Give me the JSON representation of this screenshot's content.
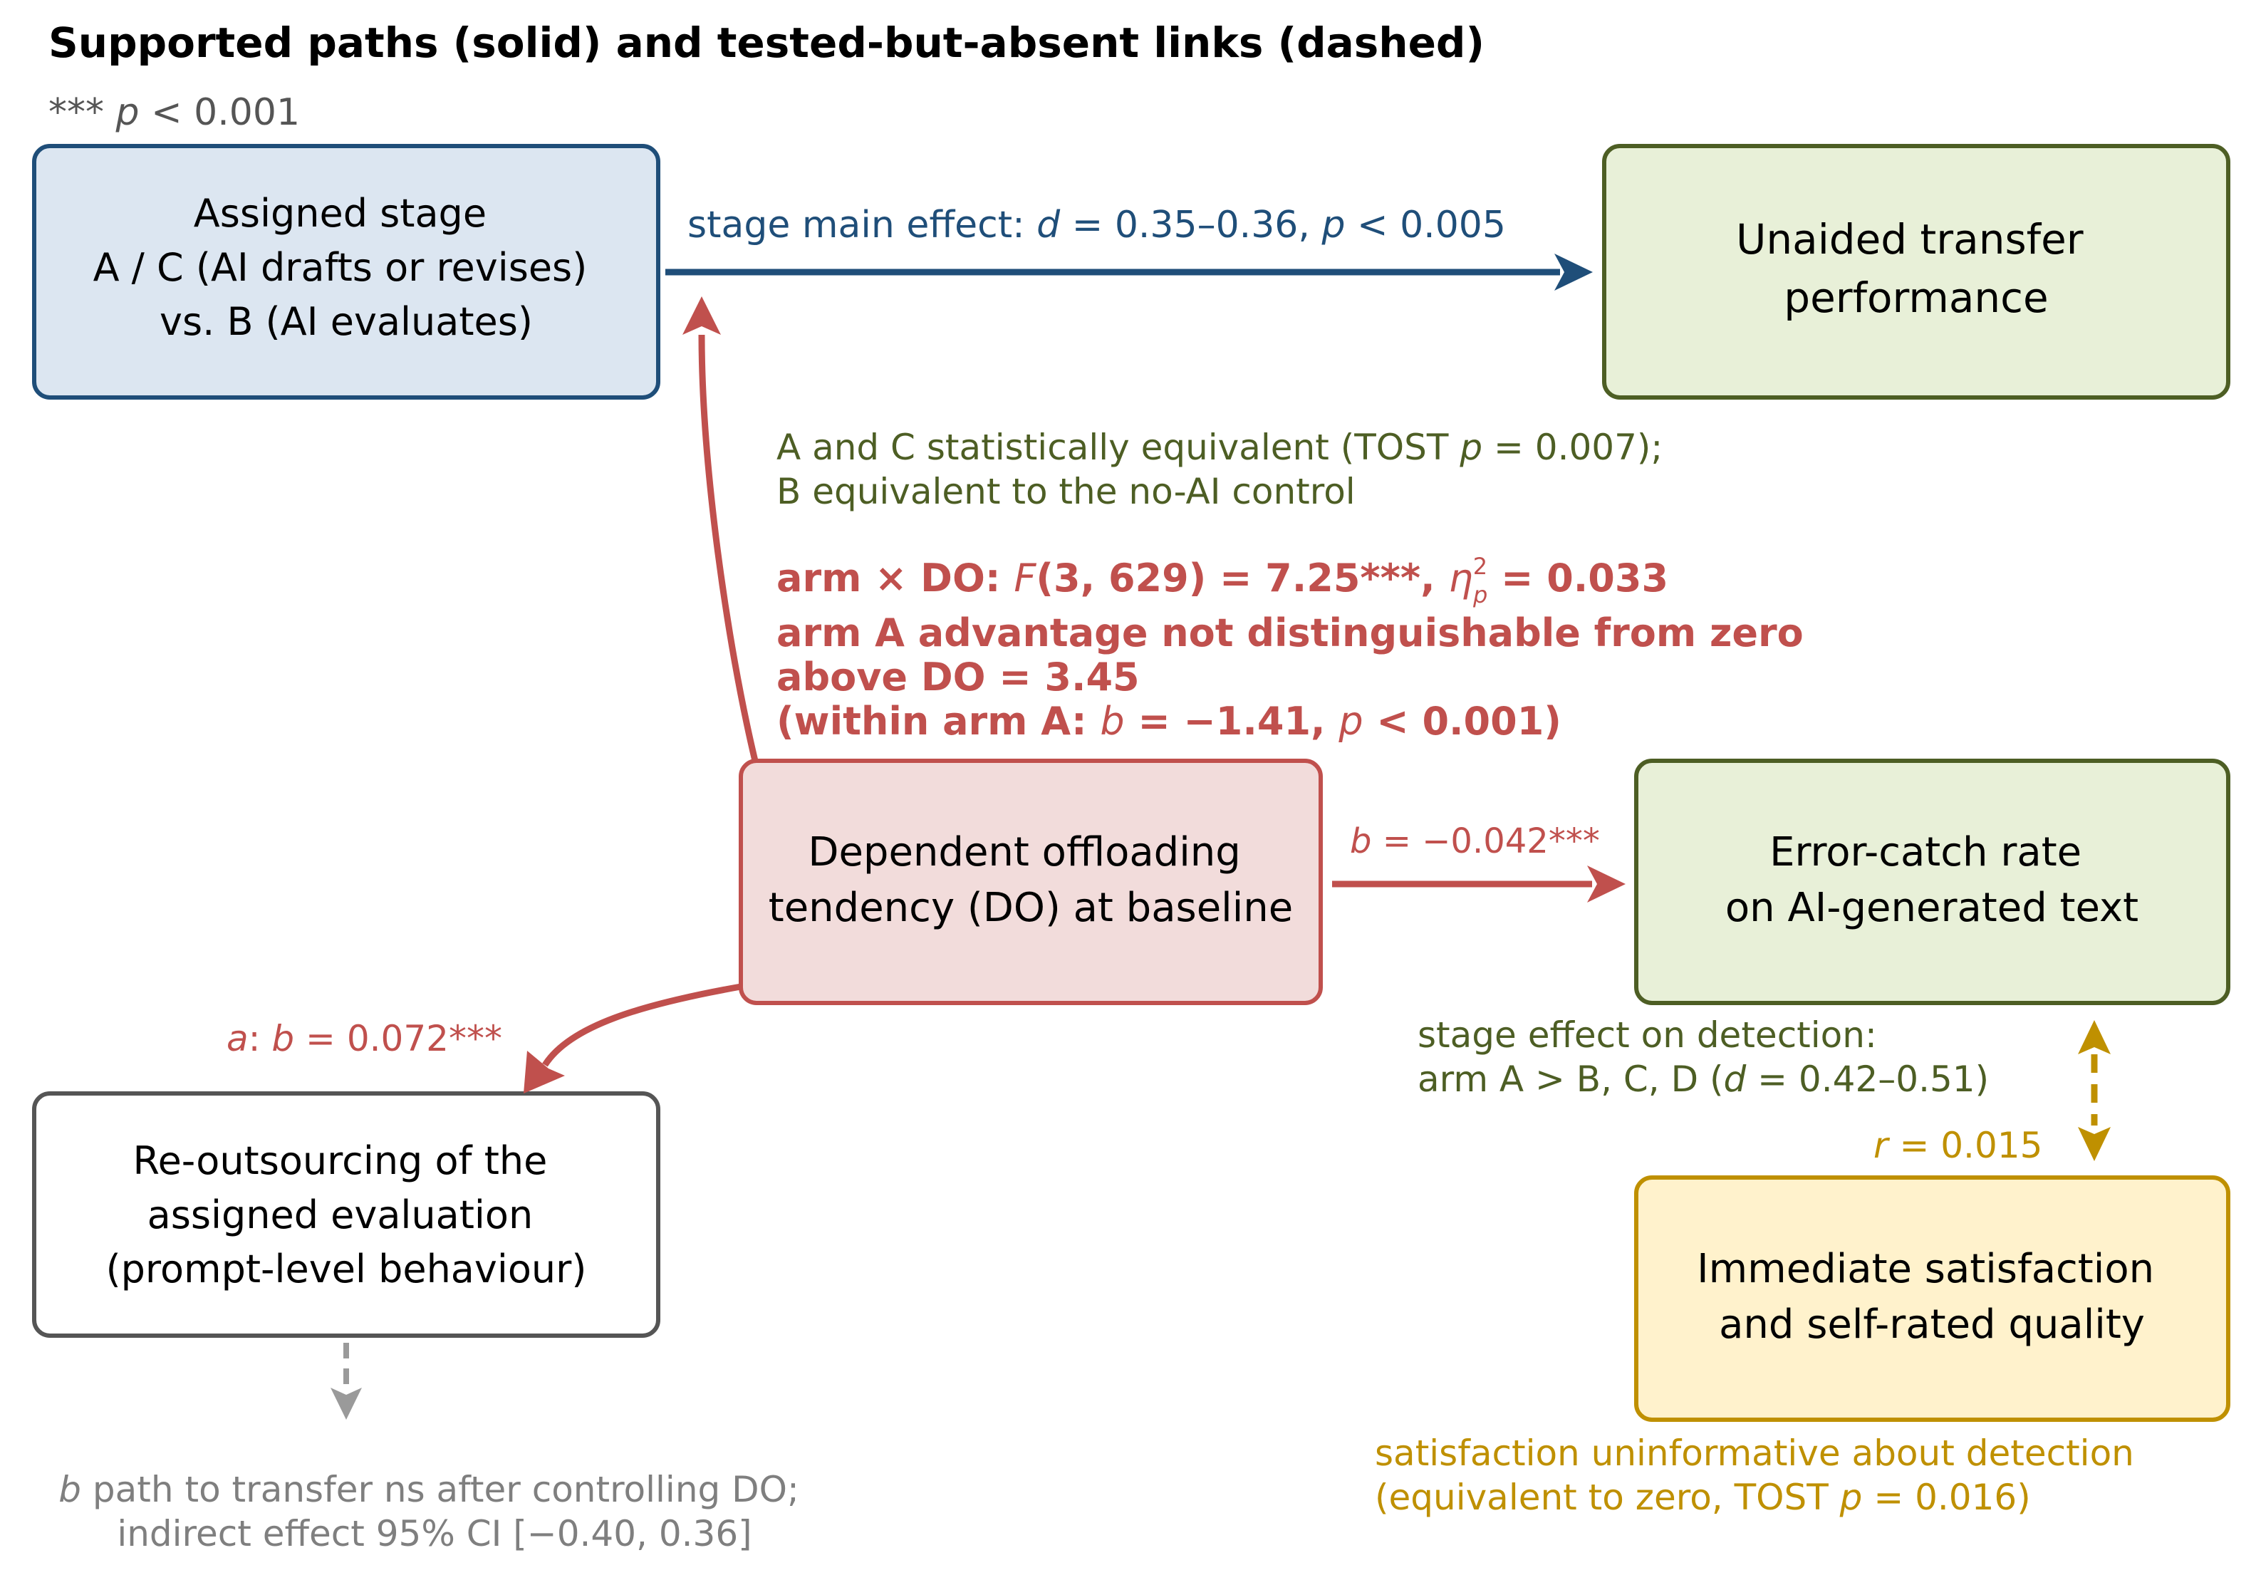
{
  "title": "Supported paths (solid) and tested-but-absent links (dashed)",
  "significance_note": {
    "stars": "***",
    "p": "p",
    "rest": " < 0.001"
  },
  "colors": {
    "blue": "#1f4e79",
    "green": "#4d5e24",
    "red": "#c0504d",
    "gray": "#555555",
    "light_gray": "#9a9a9a",
    "gold": "#bf9000"
  },
  "nodes": {
    "stage": [
      "Assigned stage",
      "A / C (AI drafts or revises)",
      "vs. B (AI evaluates)"
    ],
    "transfer": [
      "Unaided transfer",
      "performance"
    ],
    "do": [
      "Dependent offloading",
      "tendency (DO) at baseline"
    ],
    "error": [
      "Error-catch rate",
      "on AI-generated text"
    ],
    "reout": [
      "Re-outsourcing of the",
      "assigned evaluation",
      "(prompt-level behaviour)"
    ],
    "satisfaction": [
      "Immediate satisfaction",
      "and self-rated quality"
    ]
  },
  "edges": {
    "stage_main": {
      "prefix": "stage main effect:  ",
      "d": "d",
      "d_val": " = 0.35–0.36,  ",
      "p": "p",
      "p_val": " < 0.005"
    },
    "equivalence": {
      "line1_pre": "A and C statistically equivalent (TOST ",
      "line1_p": "p",
      "line1_post": " = 0.007);",
      "line2": "B equivalent to the no-AI control"
    },
    "interaction": {
      "line1_a": "arm × DO:  ",
      "line1_F": "F",
      "line1_b": "(3, 629) = 7.25***,  ",
      "eta": "η",
      "eta_sup": "2",
      "eta_sub": "p",
      "line1_c": " = 0.033",
      "line2": "arm A advantage not distinguishable from zero",
      "line3": "above DO = 3.45",
      "line4_a": "(within arm A: ",
      "line4_b": "b",
      "line4_c": " = −1.41, ",
      "line4_p": "p",
      "line4_d": " < 0.001)"
    },
    "do_error": {
      "b": "b",
      "rest": " = −0.042***"
    },
    "do_reout": {
      "a": "a",
      "colon": ":  ",
      "b": "b",
      "rest": " = 0.072***"
    },
    "detection": {
      "line1": "stage effect on detection:",
      "line2_a": "arm A > B, C, D (",
      "line2_d": "d",
      "line2_b": " = 0.42–0.51)"
    },
    "error_sat": {
      "r": "r",
      "rest": " = 0.015"
    },
    "satisfaction_note": {
      "line1": "satisfaction uninformative about detection",
      "line2_a": "(equivalent to zero, TOST ",
      "line2_p": "p",
      "line2_b": " = 0.016)"
    },
    "transfer_note": {
      "line1_b": "b",
      "line1_rest": " path to transfer ns after controlling DO;",
      "line2": "indirect effect 95% CI [−0.40, 0.36]"
    }
  }
}
